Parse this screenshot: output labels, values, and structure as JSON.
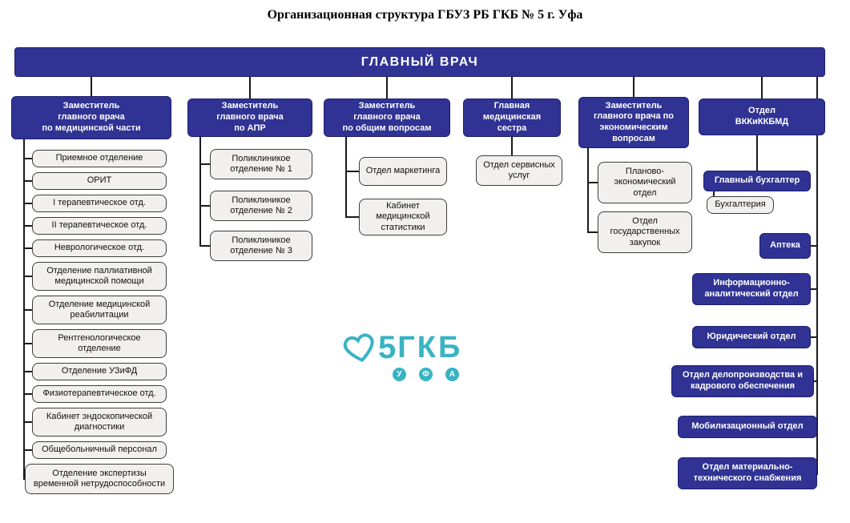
{
  "title": "Организационная структура ГБУЗ РБ ГКБ № 5 г. Уфа",
  "root": "ГЛАВНЫЙ ВРАЧ",
  "colors": {
    "navy": "#303394",
    "light_box": "#f1f0ee",
    "teal": "#39b3c4",
    "line": "#1a1a1a"
  },
  "col1": {
    "head": "Заместитель\nглавного врача\nпо медицинской части",
    "items": [
      "Приемное отделение",
      "ОРИТ",
      "I терапевтическое отд.",
      "II терапевтическое отд.",
      "Неврологическое отд.",
      "Отделение паллиативной медицинской помощи",
      "Отделение медицинской реабилитации",
      "Рентгенологическое отделение",
      "Отделение УЗиФД",
      "Физиотерапевтическое отд.",
      "Кабинет эндоскопической диагностики",
      "Общебольничный персонал",
      "Отделение экспертизы временной нетрудоспособности"
    ]
  },
  "col2": {
    "head": "Заместитель\nглавного врача\nпо АПР",
    "items": [
      "Поликлиникое отделение № 1",
      "Поликлиникое отделение № 2",
      "Поликлиникое отделение № 3"
    ]
  },
  "col3": {
    "head": "Заместитель\nглавного врача\nпо общим вопросам",
    "items": [
      "Отдел маркетинга",
      "Кабинет медицинской статистики"
    ]
  },
  "col4": {
    "head": "Главная\nмедицинская\nсестра",
    "items": [
      "Отдел сервисных услуг"
    ]
  },
  "col5": {
    "head": "Заместитель\nглавного врача по\nэкономическим\nвопросам",
    "items": [
      "Планово-экономический отдел",
      "Отдел государственных закупок"
    ]
  },
  "col6": {
    "head": "Отдел\nВККиККБМД",
    "chief": "Главный бухгалтер",
    "accounting": "Бухгалтерия",
    "units": [
      "Аптека",
      "Информационно-аналитический отдел",
      "Юридический отдел",
      "Отдел делопроизводства и кадрового обеспечения",
      "Мобилизационный отдел",
      "Отдел материально-технического снабжения"
    ]
  },
  "logo": {
    "number": "5",
    "name": "ГКБ",
    "letters": [
      "У",
      "Ф",
      "А"
    ]
  }
}
